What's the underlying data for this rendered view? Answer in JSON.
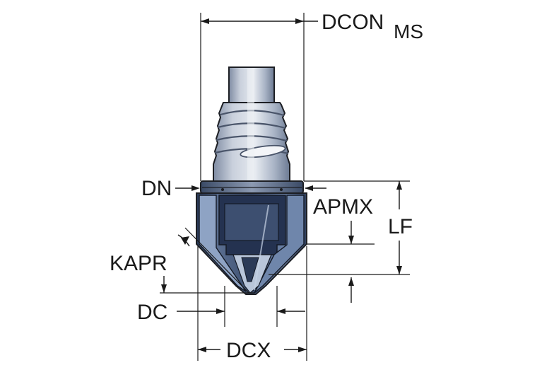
{
  "labels": {
    "dcon": "DCON",
    "dcon_sub": "MS",
    "dn": "DN",
    "apmx": "APMX",
    "lf": "LF",
    "kapr": "KAPR",
    "dc": "DC",
    "dcx": "DCX"
  },
  "colors": {
    "shank_light": "#c4ccd8",
    "shank_mid": "#8e9bb0",
    "body_dark": "#2f3f5c",
    "body_mid": "#4f6280",
    "body_light": "#7e93b5",
    "dimension_lines": "#1a1a1a"
  }
}
